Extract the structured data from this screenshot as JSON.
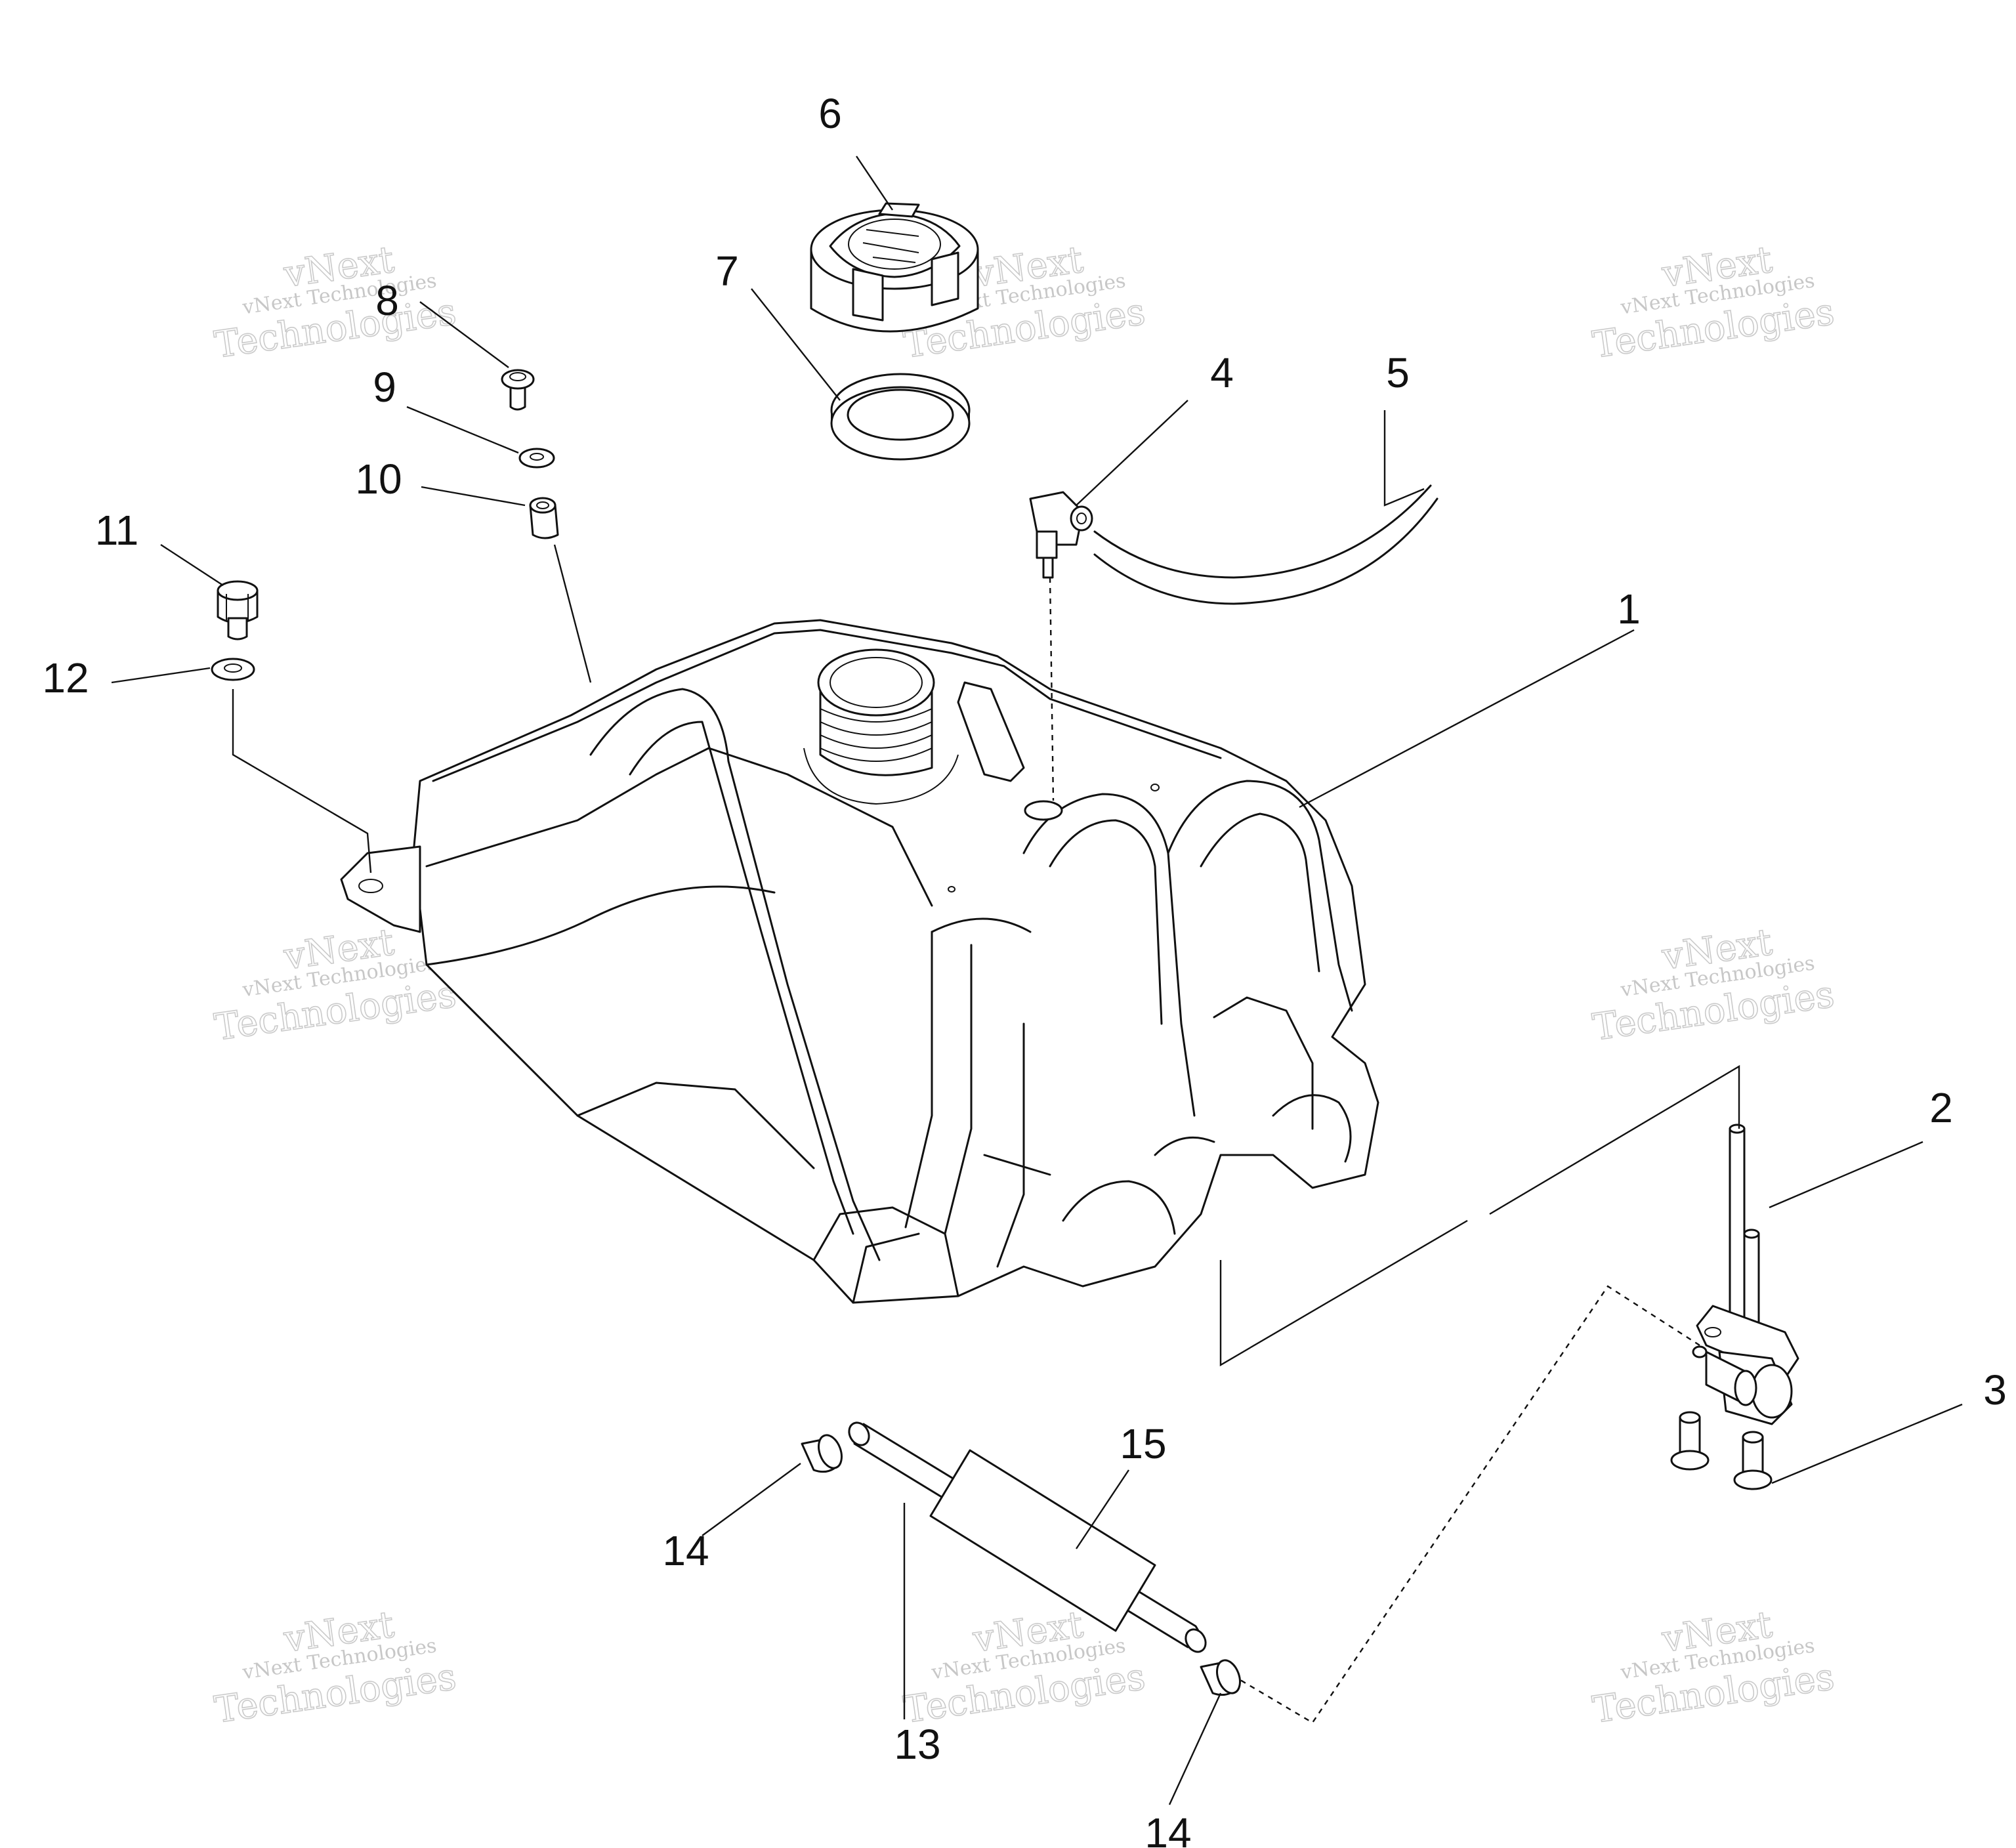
{
  "callouts": [
    {
      "id": "1",
      "label": "1"
    },
    {
      "id": "2",
      "label": "2"
    },
    {
      "id": "3",
      "label": "3"
    },
    {
      "id": "4",
      "label": "4"
    },
    {
      "id": "5",
      "label": "5"
    },
    {
      "id": "6",
      "label": "6"
    },
    {
      "id": "7",
      "label": "7"
    },
    {
      "id": "8",
      "label": "8"
    },
    {
      "id": "9",
      "label": "9"
    },
    {
      "id": "10",
      "label": "10"
    },
    {
      "id": "11",
      "label": "11"
    },
    {
      "id": "12",
      "label": "12"
    },
    {
      "id": "13",
      "label": "13"
    },
    {
      "id": "14a",
      "label": "14"
    },
    {
      "id": "14b",
      "label": "14"
    },
    {
      "id": "15",
      "label": "15"
    }
  ],
  "watermark": {
    "line1": "vNext Technologies",
    "line2": "vNext",
    "line3": "Technologies"
  }
}
